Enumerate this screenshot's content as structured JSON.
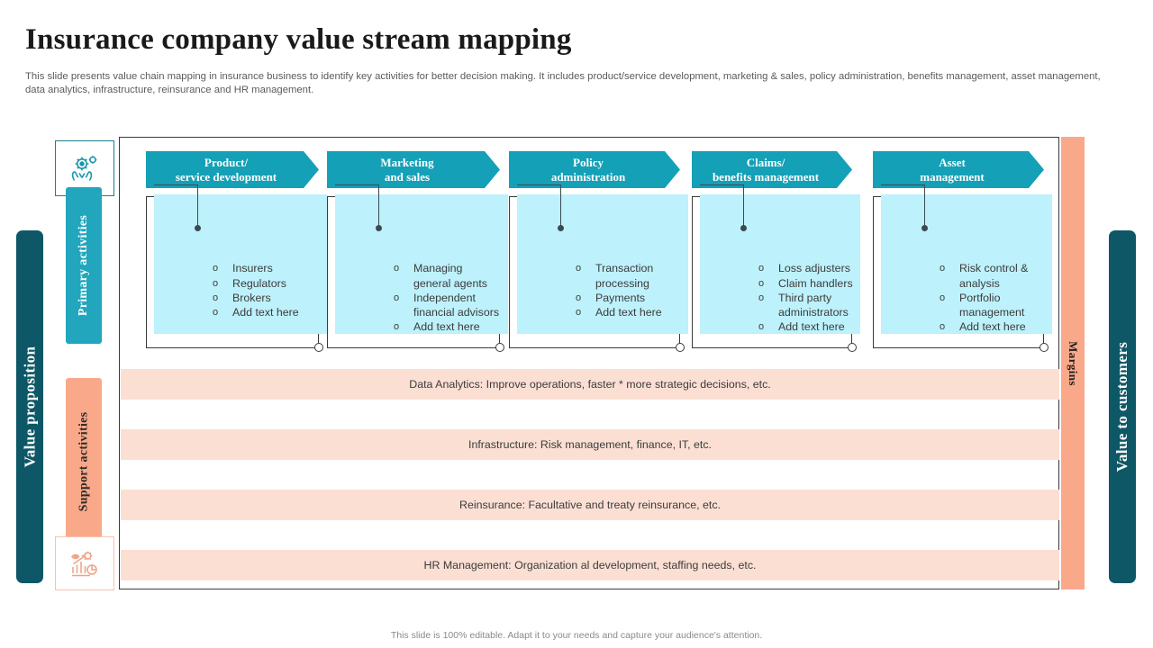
{
  "header": {
    "title": "Insurance company value stream mapping",
    "subtitle": "This slide presents value chain mapping in insurance business to identify key activities for better decision making. It includes product/service development, marketing & sales, policy administration, benefits management, asset management, data analytics, infrastructure, reinsurance and HR management."
  },
  "left_rail": {
    "value_proposition_label": "Value proposition",
    "primary_activities_label": "Primary  activities",
    "support_activities_label": "Support  activities",
    "primary_icon": "gear-in-hands-icon",
    "support_icon": "analytics-chart-icon"
  },
  "right_rail": {
    "margins_label": "Margins",
    "value_to_customers_label": "Value to customers"
  },
  "primary_columns": [
    {
      "title_line1": "Product/",
      "title_line2": "service development",
      "bullets": [
        "Insurers",
        "Regulators",
        "Brokers",
        "Add text here"
      ]
    },
    {
      "title_line1": "Marketing",
      "title_line2": "and  sales",
      "bullets": [
        "Managing general agents",
        "Independent financial advisors",
        "Add text here"
      ]
    },
    {
      "title_line1": "Policy",
      "title_line2": "administration",
      "bullets": [
        "Transaction processing",
        "Payments",
        "Add text here"
      ]
    },
    {
      "title_line1": "Claims/",
      "title_line2": "benefits management",
      "bullets": [
        "Loss adjusters",
        "Claim handlers",
        "Third party administrators",
        "Add text here"
      ]
    },
    {
      "title_line1": "Asset",
      "title_line2": "management",
      "bullets": [
        "Risk control & analysis",
        "Portfolio management",
        "Add text here"
      ]
    }
  ],
  "support_bands": [
    "Data Analytics: Improve  operations, faster * more strategic decisions, etc.",
    "Infrastructure:  Risk management,  finance, IT, etc.",
    "Reinsurance:  Facultative and treaty reinsurance,  etc.",
    "HR Management:  Organization al development,  staffing needs, etc."
  ],
  "footer": {
    "note": "This slide is 100% editable. Adapt it to your needs and capture your audience's attention."
  },
  "colors": {
    "teal_dark": "#0d5766",
    "teal_mid": "#14a0b6",
    "teal_light": "#21a6bd",
    "blue_box": "#bdf1fb",
    "peach": "#f9a98a",
    "peach_light": "#fbdfd3"
  }
}
